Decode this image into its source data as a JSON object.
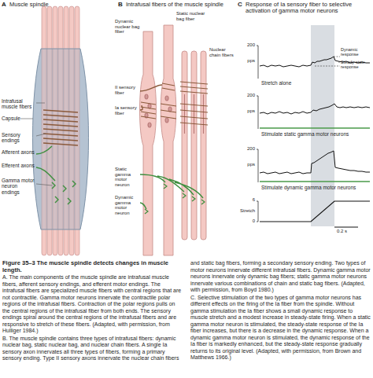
{
  "diagram": {
    "caption": "Figure 35–3 The muscle spindle detects changes in muscle length.",
    "labels": [
      "A",
      "Muscle spindle",
      "B",
      "Intrafusal fibers of the muscle spindle",
      "C",
      "Response of Ia sensory fiber to selective activation of gamma motor neurons",
      "Intrafusal muscle fibers",
      "Capsule",
      "Sensory endings",
      "Afferent axons",
      "Efferent axons",
      "Gamma motor neuron endings",
      "Dynamic nuclear bag fiber",
      "Static nuclear bag fiber",
      "Nuclear chain fibers",
      "II sensory fiber",
      "Ia sensory fiber",
      "Static gamma motor neuron",
      "Dynamic gamma motor neuron",
      "200",
      "pps",
      "Dynamic response",
      "Steady-state response",
      "Stretch alone",
      "200",
      "pps",
      "Stimulate static gamma motor neurons",
      "200",
      "pps",
      "Stimulate dynamic gamma motor neurons",
      "6",
      "Stretch",
      "0",
      "0.2 s",
      "A. The main components of the muscle spindle are intrafusal muscle fibers, afferent sensory endings, and efferent motor endings. The intrafusal fibers are specialized muscle fibers with central regions that are not contractile. Gamma motor neurons innervate the contractile polar regions of the intrafusal fibers. Contraction of the polar regions pulls on the central regions of the intrafusal fiber from both ends. The sensory endings spiral around the central regions of the intrafusal fibers and are responsive to stretch of these fibers. (Adapted, with permission, from Hulliger 1984.)",
      "B. The muscle spindle contains three types of intrafusal fibers: dynamic nuclear bag, static nuclear bag, and nuclear chain fibers. A single Ia sensory axon innervates all three types of fibers, forming a primary sensory ending. Type II sensory axons innervate the nuclear chain fibers and static bag fibers, forming a secondary sensory ending. Two types of motor neurons innervate different intrafusal fibers. Dynamic gamma motor neurons innervate only dynamic bag fibers; static gamma motor neurons innervate various combinations of chain and static bag fibers. (Adapted, with permission, from Boyd 1980.)",
      "C. Selective stimulation of the two types of gamma motor neurons has different effects on the firing of the Ia fiber from the spindle. Without gamma stimulation the Ia fiber shows a small dynamic response to muscle stretch and a modest increase in steady-state firing. When a static gamma motor neuron is stimulated, the steady-state response of the Ia fiber increases, but there is a decrease in the dynamic response. When a dynamic gamma motor neuron is stimulated, the dynamic response of the Ia fiber is markedly enhanced, but the steady-state response gradually returns to its original level. (Adapted, with permission, from Brown and Matthews 1966.)"
    ]
  }
}
